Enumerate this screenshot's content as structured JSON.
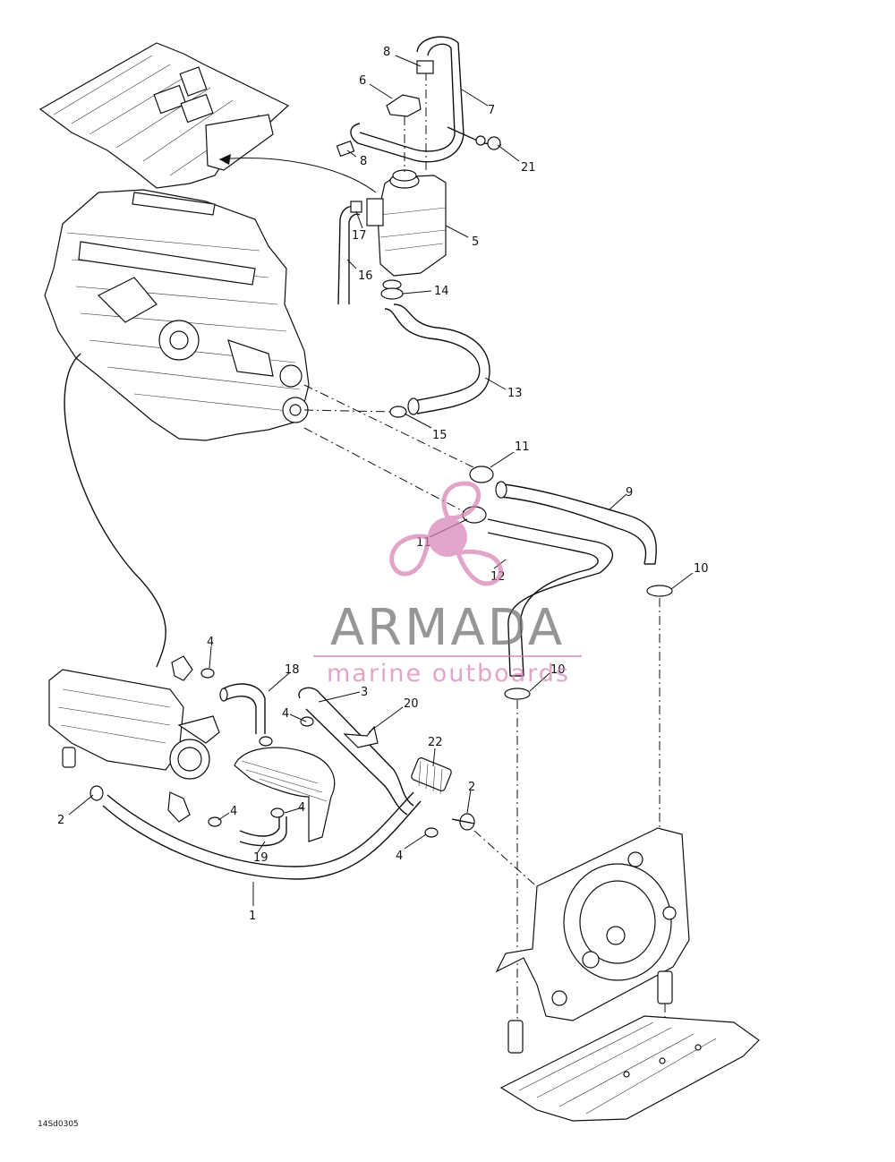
{
  "diagram": {
    "drawing_code": "14Sd0305",
    "callouts": [
      {
        "id": "c8a",
        "label": "8"
      },
      {
        "id": "c6",
        "label": "6"
      },
      {
        "id": "c7",
        "label": "7"
      },
      {
        "id": "c8b",
        "label": "8"
      },
      {
        "id": "c21",
        "label": "21"
      },
      {
        "id": "c17",
        "label": "17"
      },
      {
        "id": "c5",
        "label": "5"
      },
      {
        "id": "c16",
        "label": "16"
      },
      {
        "id": "c14",
        "label": "14"
      },
      {
        "id": "c13",
        "label": "13"
      },
      {
        "id": "c15",
        "label": "15"
      },
      {
        "id": "c11a",
        "label": "11"
      },
      {
        "id": "c9",
        "label": "9"
      },
      {
        "id": "c11b",
        "label": "11"
      },
      {
        "id": "c12",
        "label": "12"
      },
      {
        "id": "c10a",
        "label": "10"
      },
      {
        "id": "c10b",
        "label": "10"
      },
      {
        "id": "c4a",
        "label": "4"
      },
      {
        "id": "c18",
        "label": "18"
      },
      {
        "id": "c3",
        "label": "3"
      },
      {
        "id": "c20",
        "label": "20"
      },
      {
        "id": "c4b",
        "label": "4"
      },
      {
        "id": "c22",
        "label": "22"
      },
      {
        "id": "c2a",
        "label": "2"
      },
      {
        "id": "c2b",
        "label": "2"
      },
      {
        "id": "c4c",
        "label": "4"
      },
      {
        "id": "c4d",
        "label": "4"
      },
      {
        "id": "c19",
        "label": "19"
      },
      {
        "id": "c4e",
        "label": "4"
      },
      {
        "id": "c1",
        "label": "1"
      }
    ]
  },
  "watermark": {
    "brand": "ARMADA",
    "tagline": "marine outboards",
    "brand_color": "#6e6e6e",
    "accent_color": "#d782b4"
  }
}
